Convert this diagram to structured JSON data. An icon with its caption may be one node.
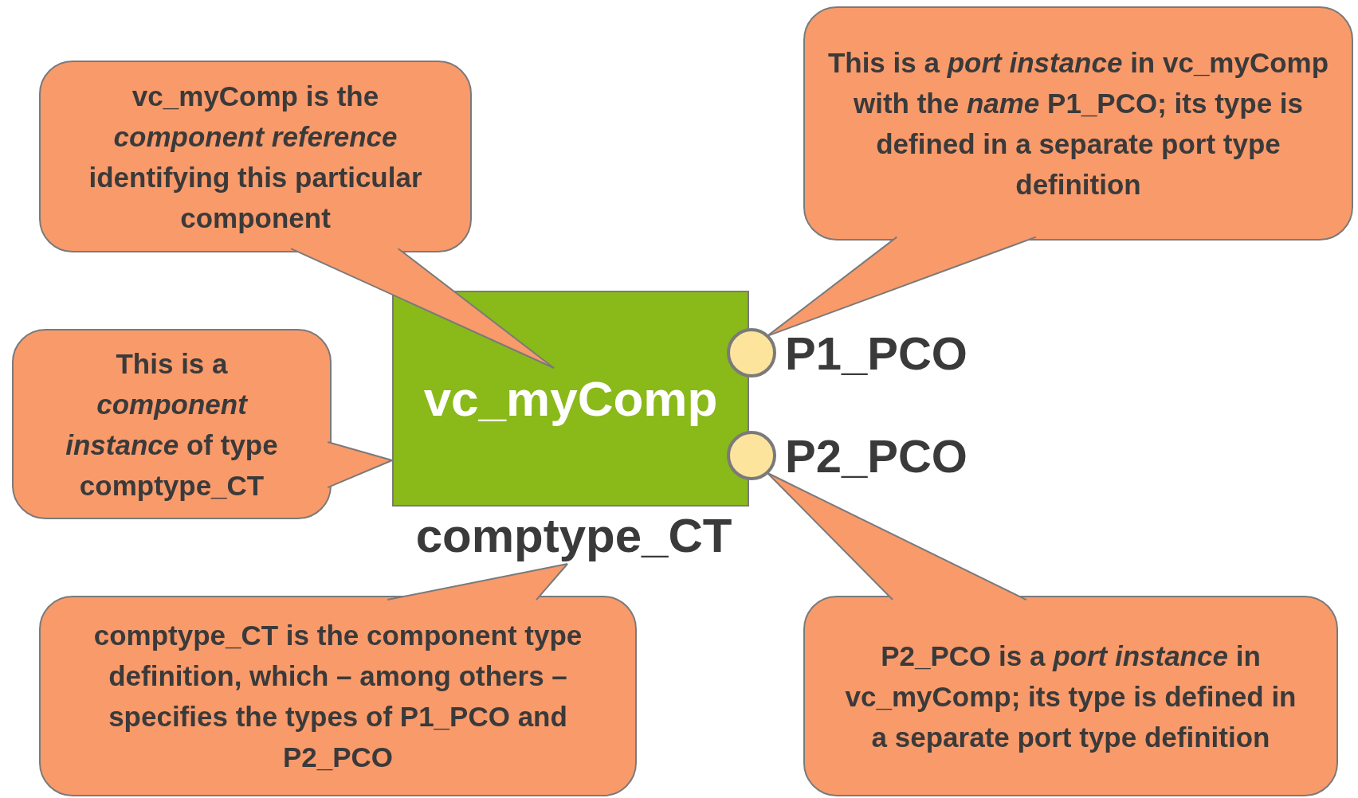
{
  "diagram": {
    "nodes": [
      {
        "text": [
          "vc_myComp is the *component reference* identifying this particular component"
        ]
      },
      {
        "text": [
          "This is a *port instance* in vc_myComp with the *name* P1_PCO; its type is defined in a separate port type definition"
        ]
      },
      {
        "text": [
          "This is a *component instance* of type comptype_CT"
        ]
      },
      {
        "text": [
          "vc_myComp"
        ]
      },
      {
        "text": [],
        "shape": "circle",
        "beside": [
          "P1_PCO"
        ]
      },
      {
        "text": [],
        "shape": "circle",
        "beside": [
          "P2_PCO"
        ]
      },
      {
        "text": [
          "comptype_CT"
        ]
      },
      {
        "text": [
          "comptype_CT is the component type definition, which – among others – specifies the types of P1_PCO and P2_PCO"
        ]
      },
      {
        "text": [
          "P2_PCO is a *port instance* in vc_myComp; its type is defined in a separate port type definition"
        ]
      }
    ],
    "edges": [
      {
        "from": 0,
        "to": 3,
        "arrow": "none"
      },
      {
        "from": 1,
        "to": 4,
        "arrow": "none"
      },
      {
        "from": 2,
        "to": 3,
        "arrow": "none"
      },
      {
        "from": 7,
        "to": 6,
        "arrow": "none"
      },
      {
        "from": 8,
        "to": 5,
        "arrow": "none"
      }
    ]
  }
}
